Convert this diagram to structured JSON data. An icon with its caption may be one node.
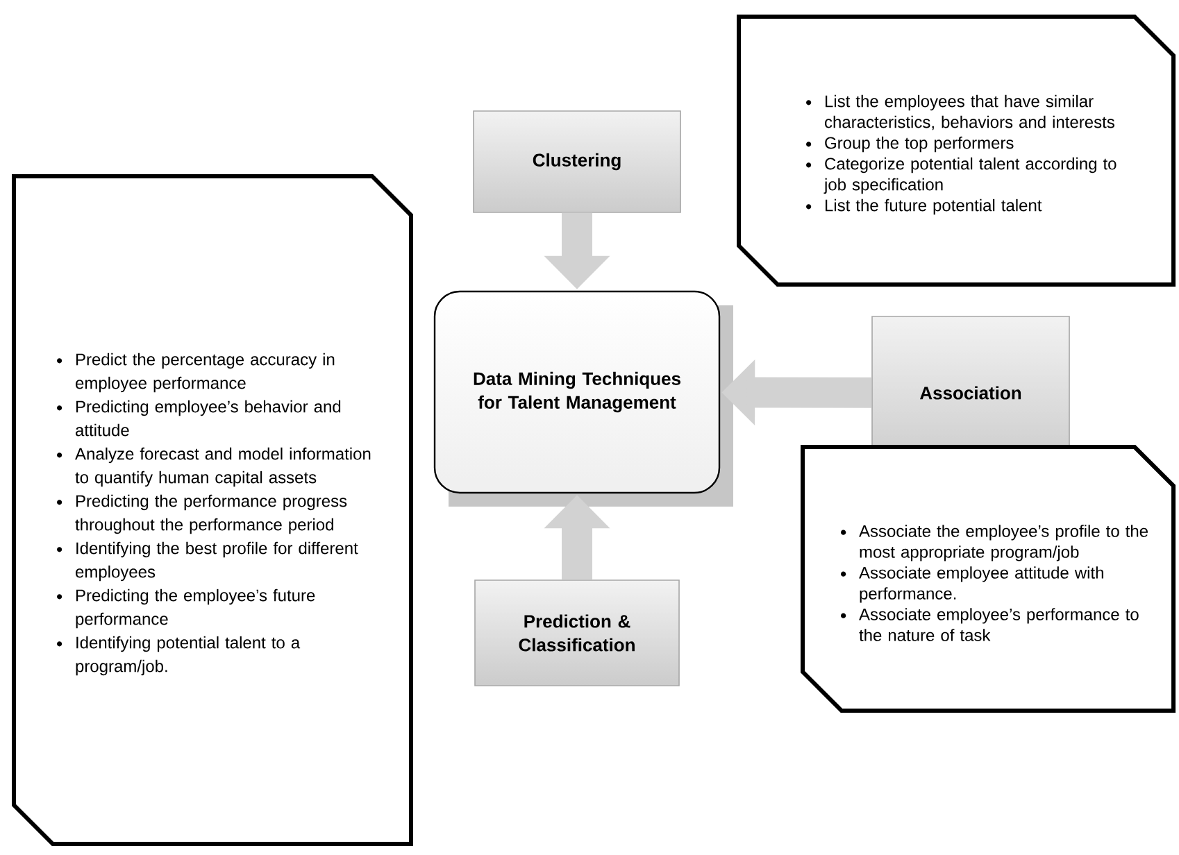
{
  "diagram": {
    "nodes": [
      {
        "text": [
          "Data Mining Techniques for Talent Management"
        ]
      },
      {
        "text": [
          "Clustering"
        ]
      },
      {
        "text": [
          "Association"
        ]
      },
      {
        "text": [
          "Prediction & Classification"
        ]
      },
      {
        "text": [
          "List the employees that have similar characteristics, behaviors and interests",
          "Group the top performers",
          "Categorize potential talent according to job specification",
          "List the future potential talent"
        ]
      },
      {
        "text": [
          "Associate the employee’s profile to the most appropriate program/job",
          "Associate employee attitude with performance.",
          "Associate employee’s performance to the nature of task"
        ]
      },
      {
        "text": [
          "Predict the percentage accuracy in employee performance",
          "Predicting employee’s behavior and attitude",
          "Analyze forecast and model information to quantify human capital assets",
          "Predicting the performance progress throughout the performance period",
          "Identifying the best profile for different employees",
          "Predicting the employee’s future performance",
          "Identifying potential talent to a program/job."
        ]
      }
    ],
    "edges": [
      {
        "from": 1,
        "to": 0,
        "arrow": "to"
      },
      {
        "from": 2,
        "to": 0,
        "arrow": "to"
      },
      {
        "from": 3,
        "to": 0,
        "arrow": "to"
      }
    ]
  }
}
